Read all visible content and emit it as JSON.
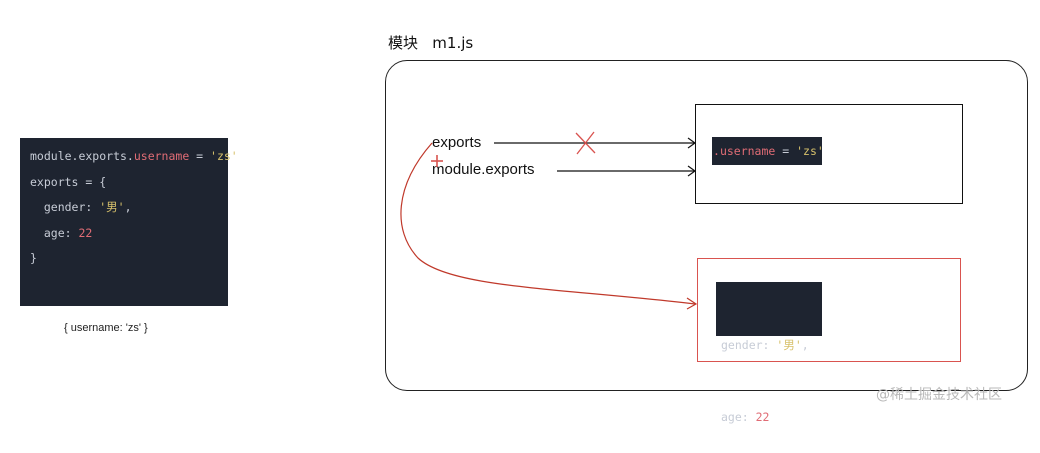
{
  "left_code": {
    "line1": {
      "a": "module.exports.",
      "b": "username",
      "c": " = ",
      "d": "'zs'"
    },
    "line2": "exports = {",
    "line3": {
      "a": "  gender: ",
      "b": "'男'",
      "c": ","
    },
    "line4": {
      "a": "  age: ",
      "b": "22"
    },
    "line5": "}"
  },
  "result_text": "{ username: 'zs' }",
  "module": {
    "title": "模块   m1.js",
    "label_exports": "exports",
    "label_module_exports": "module.exports",
    "top_object": {
      "a": ".",
      "b": "username",
      "c": " = ",
      "d": "'zs'"
    },
    "bottom_object": {
      "line1": {
        "a": "gender: ",
        "b": "'男'",
        "c": ","
      },
      "line2": {
        "a": "age: ",
        "b": "22"
      }
    }
  },
  "watermark": "@稀土掘金技术社区",
  "colors": {
    "code_bg": "#1e2430",
    "property": "#e06c75",
    "string": "#d7c16b",
    "red_annotation": "#d9534f"
  }
}
